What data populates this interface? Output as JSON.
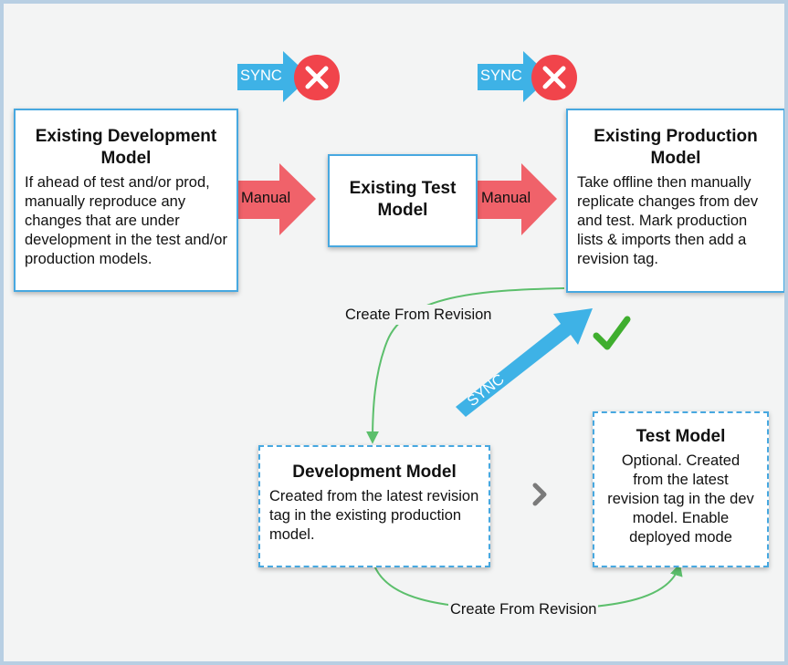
{
  "colors": {
    "accent_blue": "#3eb2e6",
    "manual_red": "#f0626a",
    "x_red": "#f1444b",
    "flow_green": "#5cbf6c",
    "check_green": "#3fae2e",
    "border_blue": "#47a8e0"
  },
  "boxes": {
    "existing_dev": {
      "title": "Existing Development Model",
      "body": "If ahead of test and/or prod, manually reproduce any changes that are under development in the test and/or production models."
    },
    "existing_test": {
      "title": "Existing Test Model"
    },
    "existing_prod": {
      "title": "Existing Production Model",
      "body": "Take offline then manually replicate changes from dev and test. Mark production lists & imports then add a revision tag."
    },
    "dev_model": {
      "title": "Development Model",
      "body": "Created from the latest revision tag in the existing production model."
    },
    "test_model": {
      "title": "Test Model",
      "body": "Optional. Created from the latest revision tag in the dev model. Enable deployed mode"
    }
  },
  "arrows": {
    "manual_1": "Manual",
    "manual_2": "Manual",
    "sync_blocked_1": "SYNC",
    "sync_blocked_2": "SYNC",
    "sync_diagonal": "SYNC",
    "create_from_revision_1": "Create From Revision",
    "create_from_revision_2": "Create From Revision"
  },
  "icons": {
    "blocked_1": "x-circle-icon",
    "blocked_2": "x-circle-icon",
    "success": "checkmark-icon",
    "chevron": "chevron-right-icon"
  }
}
